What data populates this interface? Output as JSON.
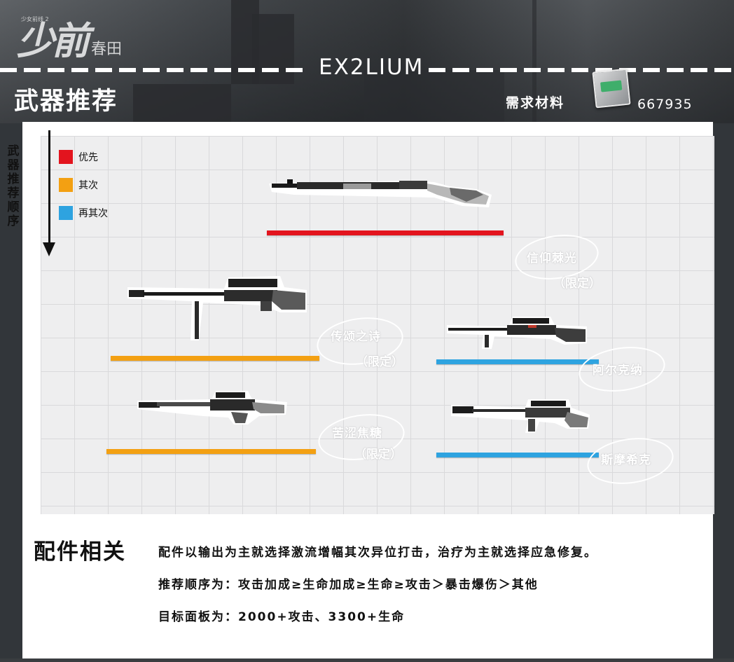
{
  "header": {
    "logo_mark": "少前",
    "logo_sub": "春田",
    "logo_tiny": "少女前线 2",
    "game_title": "EX2LIUM",
    "section_title": "武器推荐",
    "materials_label": "需求材料",
    "materials_count": "667935"
  },
  "order_label": "武器推荐顺序",
  "legend": [
    {
      "label": "优先",
      "color": "#e3141e"
    },
    {
      "label": "其次",
      "color": "#f3a012"
    },
    {
      "label": "再其次",
      "color": "#2ea3e0"
    }
  ],
  "weapons": {
    "w1": {
      "name": "信仰棘光",
      "tag": "（限定）",
      "tier_color": "#e3141e"
    },
    "w2": {
      "name": "传颂之诗",
      "tag": "（限定）",
      "tier_color": "#f3a012"
    },
    "w3": {
      "name": "阿尔克纳",
      "tag": "",
      "tier_color": "#2ea3e0"
    },
    "w4": {
      "name": "苦涩焦糖",
      "tag": "（限定）",
      "tier_color": "#f3a012"
    },
    "w5": {
      "name": "斯摩希克",
      "tag": "",
      "tier_color": "#2ea3e0"
    }
  },
  "attachments": {
    "title": "配件相关",
    "line1": "配件以输出为主就选择激流增幅其次异位打击，治疗为主就选择应急修复。",
    "line2": "推荐顺序为：攻击加成≥生命加成≥生命≥攻击＞暴击爆伤＞其他",
    "line3": "目标面板为：2000+攻击、3300+生命"
  },
  "icons": {
    "material": "weapon-parts-crate-icon",
    "arrow": "arrow-down-icon"
  }
}
